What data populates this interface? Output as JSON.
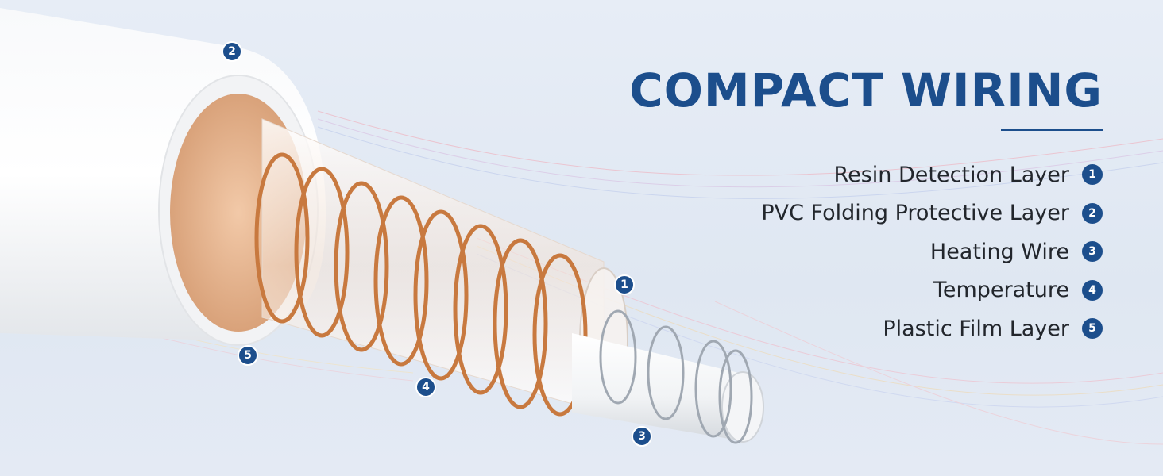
{
  "title": "COMPACT WIRING",
  "legend": [
    {
      "label": "Resin Detection Layer",
      "number": "1"
    },
    {
      "label": "PVC Folding Protective Layer",
      "number": "2"
    },
    {
      "label": "Heating Wire",
      "number": "3"
    },
    {
      "label": "Temperature",
      "number": "4"
    },
    {
      "label": "Plastic Film Layer",
      "number": "5"
    }
  ],
  "markers": [
    "1",
    "2",
    "3",
    "4",
    "5"
  ],
  "colors": {
    "accent": "#1c4e8c",
    "copper": "#c87a42",
    "steel": "#9aa3ad",
    "background": "#e3eaf3"
  }
}
